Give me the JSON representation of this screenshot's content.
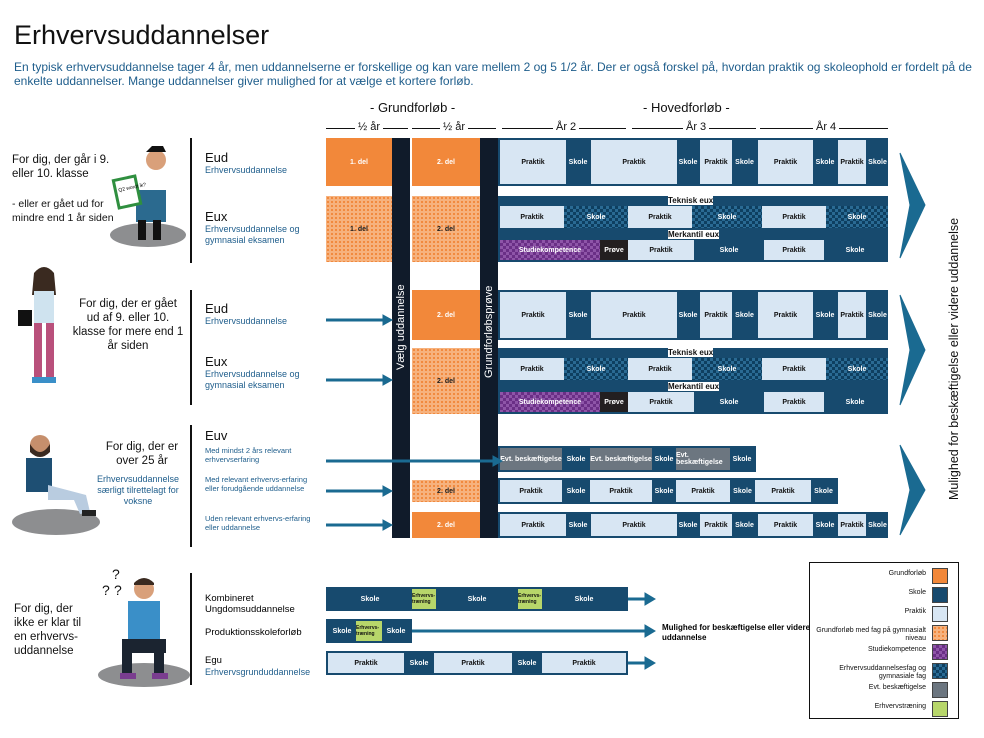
{
  "title": "Erhvervsuddannelser",
  "intro": "En typisk erhvervsuddannelse tager 4 år, men uddannelserne er forskellige og kan vare mellem 2 og 5 1/2 år. Der er også forskel på, hvordan praktik og skoleophold er fordelt på de enkelte uddannelser. Mange uddannelser giver mulighed for at vælge et kortere forløb.",
  "headers": {
    "grundforlob": "- Grundforløb -",
    "hovedforlob": "- Hovedforløb -",
    "half1": "½ år",
    "half2": "½ år",
    "year2": "År 2",
    "year3": "År 3",
    "year4": "År 4"
  },
  "persons": {
    "p1a": "For dig, der går i 9. eller 10. klasse",
    "p1b": "- eller er gået ud for mindre end 1 år siden",
    "p2": "For dig, der er gået ud af 9. eller 10. klasse for mere end 1 år siden",
    "p3": "For dig, der er over 25 år",
    "p3sub": "Erhvervsuddannelse særligt tilrettelagt for voksne",
    "p4": "For dig, der ikke er klar til en erhvervs-uddannelse",
    "sign": "Q2 wordt ik?"
  },
  "labels": {
    "eud1_t": "Eud",
    "eud1_s": "Erhvervsuddannelse",
    "eux1_t": "Eux",
    "eux1_s": "Erhvervsuddannelse og gymnasial eksamen",
    "eud2_t": "Eud",
    "eud2_s": "Erhvervsuddannelse",
    "eux2_t": "Eux",
    "eux2_s": "Erhvervsuddannelse og gymnasial eksamen",
    "euv_t": "Euv",
    "euv1": "Med mindst 2 års relevant erhvervserfaring",
    "euv2": "Med relevant erhvervs-erfaring eller forudgående uddannelse",
    "euv3": "Uden relevant erhvervs-erfaring eller uddannelse",
    "kub_t": "Kombineret Ungdomsuddannelse",
    "psf_t": "Produktionsskoleforløb",
    "egu_t": "Egu",
    "egu_s": "Erhvervsgrunduddannelse"
  },
  "vertical": {
    "vaelg": "Vælg uddannelse",
    "prove": "Grundforløbsprøve",
    "mulighed": "Mulighed for beskæftigelse eller videre uddannelse"
  },
  "blocks": {
    "del1": "1. del",
    "del2": "2. del",
    "praktik": "Praktik",
    "skole": "Skole",
    "studie": "Studiekompetence",
    "prove": "Prøve",
    "teknisk": "Teknisk eux",
    "merkantil": "Merkantil eux",
    "evt": "Evt. beskæftigelse",
    "erhvervstraening": "Erhvervs-træning"
  },
  "bottom_note": "Mulighed for beskæftigelse eller videre uddannelse",
  "legend": [
    {
      "label": "Grundforløb",
      "cls": "org"
    },
    {
      "label": "Skole",
      "cls": "dark"
    },
    {
      "label": "Praktik",
      "cls": "light"
    },
    {
      "label": "Grundforløb med fag på gymnasialt niveau",
      "cls": "orgck"
    },
    {
      "label": "Studiekompetence",
      "cls": "purp"
    },
    {
      "label": "Erhvervsuddannelsesfag og gymnasiale fag",
      "cls": "darkck"
    },
    {
      "label": "Evt. beskæftigelse",
      "cls": "grey"
    },
    {
      "label": "Erhvervstræning",
      "cls": "green"
    }
  ],
  "colors": {
    "orange": "#f2883a",
    "navy": "#174a6e",
    "light": "#d8e6f3",
    "purple": "#8e55a8",
    "grey": "#6c7680",
    "green": "#b7d66a"
  }
}
